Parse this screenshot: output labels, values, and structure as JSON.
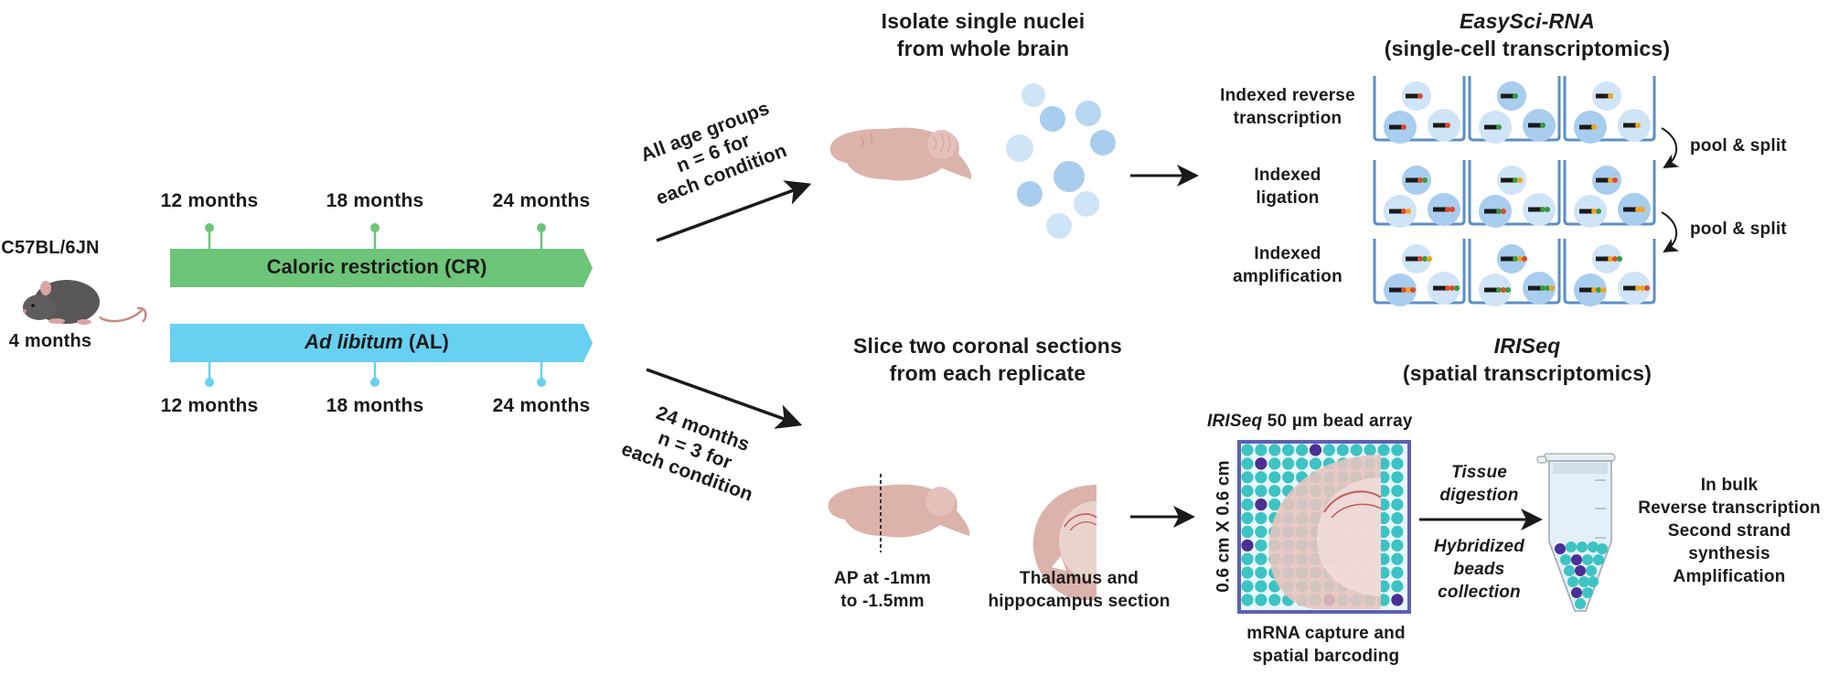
{
  "colors": {
    "cr_green": "#6dc579",
    "al_blue": "#68d0f1",
    "brain_pink": "#dbb3ab",
    "nucleus_light": "#cfe4f6",
    "nucleus_mid": "#a9cdee",
    "well_blue": "#5b8fc7",
    "bead_teal": "#3cc3c3",
    "bead_purple": "#4b2f96",
    "array_border": "#5b62b4",
    "index_red": "#e04a2a",
    "index_green": "#3a9a3a",
    "index_orange": "#f0a51e"
  },
  "timeline": {
    "strain": "C57BL/6JN",
    "start_age": "4 months",
    "mouse_icon": "mouse-icon",
    "cr_bar": {
      "label": "Caloric restriction (CR)"
    },
    "al_bar": {
      "label_italic": "Ad libitum",
      "label_rest": " (AL)"
    },
    "top_ticks": [
      "12 months",
      "18 months",
      "24 months"
    ],
    "bottom_ticks": [
      "12 months",
      "18 months",
      "24 months"
    ]
  },
  "branches": {
    "top": {
      "lines": [
        "All age groups",
        "n = 6 for",
        "each condition"
      ]
    },
    "bottom": {
      "lines": [
        "24 months",
        "n = 3 for",
        "each condition"
      ]
    }
  },
  "single_cell": {
    "step_title": [
      "Isolate single nuclei",
      "from whole brain"
    ],
    "method_title": "EasySci-RNA",
    "method_subtitle": "(single-cell transcriptomics)",
    "rows": [
      {
        "label": [
          "Indexed reverse",
          "transcription"
        ]
      },
      {
        "label": [
          "Indexed",
          "ligation"
        ]
      },
      {
        "label": [
          "Indexed",
          "amplification"
        ]
      }
    ],
    "pool_split": [
      "pool & split",
      "pool & split"
    ]
  },
  "spatial": {
    "step_title": [
      "Slice two coronal sections",
      "from each replicate"
    ],
    "method_title": "IRISeq",
    "method_subtitle": "(spatial transcriptomics)",
    "ap_label": [
      "AP at -1mm",
      "to -1.5mm"
    ],
    "section_label": [
      "Thalamus and",
      "hippocampus section"
    ],
    "array_title_italic": "IRISeq",
    "array_title_rest": " 50 µm bead array",
    "array_size": "0.6 cm X 0.6 cm",
    "array_caption": [
      "mRNA capture and",
      "spatial barcoding"
    ],
    "arrow_top": [
      "Tissue",
      "digestion"
    ],
    "arrow_bottom": [
      "Hybridized",
      "beads",
      "collection"
    ],
    "bulk_steps": [
      "In bulk",
      "Reverse transcription",
      "Second strand",
      "synthesis",
      "Amplification"
    ]
  }
}
